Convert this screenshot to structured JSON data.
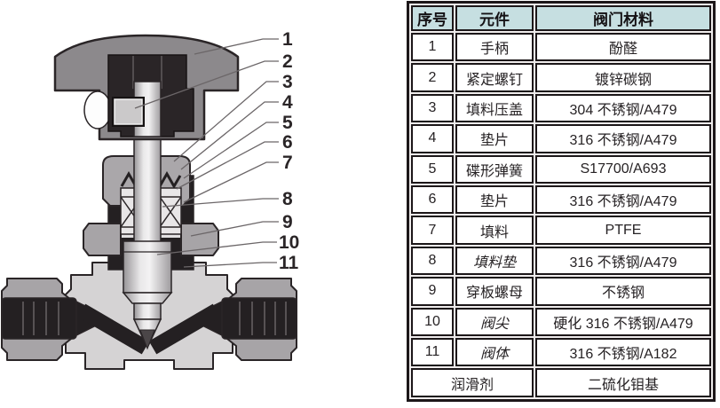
{
  "diagram": {
    "title": "needle-valve-cross-section",
    "callouts": [
      "1",
      "2",
      "3",
      "4",
      "5",
      "6",
      "7",
      "8",
      "9",
      "10",
      "11"
    ],
    "colors": {
      "handle_gray": "#8c898c",
      "dark_metal": "#242022",
      "body_gray": "#d5d3d4",
      "nut_gray": "#a7a4a7",
      "stem_light": "#e9e8e9",
      "outline": "#2a2527"
    }
  },
  "table": {
    "headers": [
      "序号",
      "元件",
      "阀门材料"
    ],
    "header_bg": "#c6dfe1",
    "border_color": "#1c1719",
    "rows": [
      {
        "no": "1",
        "part": "手柄",
        "material": "酚醛"
      },
      {
        "no": "2",
        "part": "紧定螺钉",
        "material": "镀锌碳钢"
      },
      {
        "no": "3",
        "part": "填料压盖",
        "material": "304 不锈钢/A479"
      },
      {
        "no": "4",
        "part": "垫片",
        "material": "316 不锈钢/A479"
      },
      {
        "no": "5",
        "part": "碟形弹簧",
        "material": "S17700/A693"
      },
      {
        "no": "6",
        "part": "垫片",
        "material": "316 不锈钢/A479"
      },
      {
        "no": "7",
        "part": "填料",
        "material": "PTFE"
      },
      {
        "no": "8",
        "part": "填料垫",
        "material": "316 不锈钢/A479"
      },
      {
        "no": "9",
        "part": "穿板螺母",
        "material": "不锈钢"
      },
      {
        "no": "10",
        "part": "阀尖",
        "material": "硬化 316 不锈钢/A479"
      },
      {
        "no": "11",
        "part": "阀体",
        "material": "316 不锈钢/A182"
      }
    ],
    "footer": {
      "part": "润滑剂",
      "material": "二硫化钼基"
    }
  }
}
